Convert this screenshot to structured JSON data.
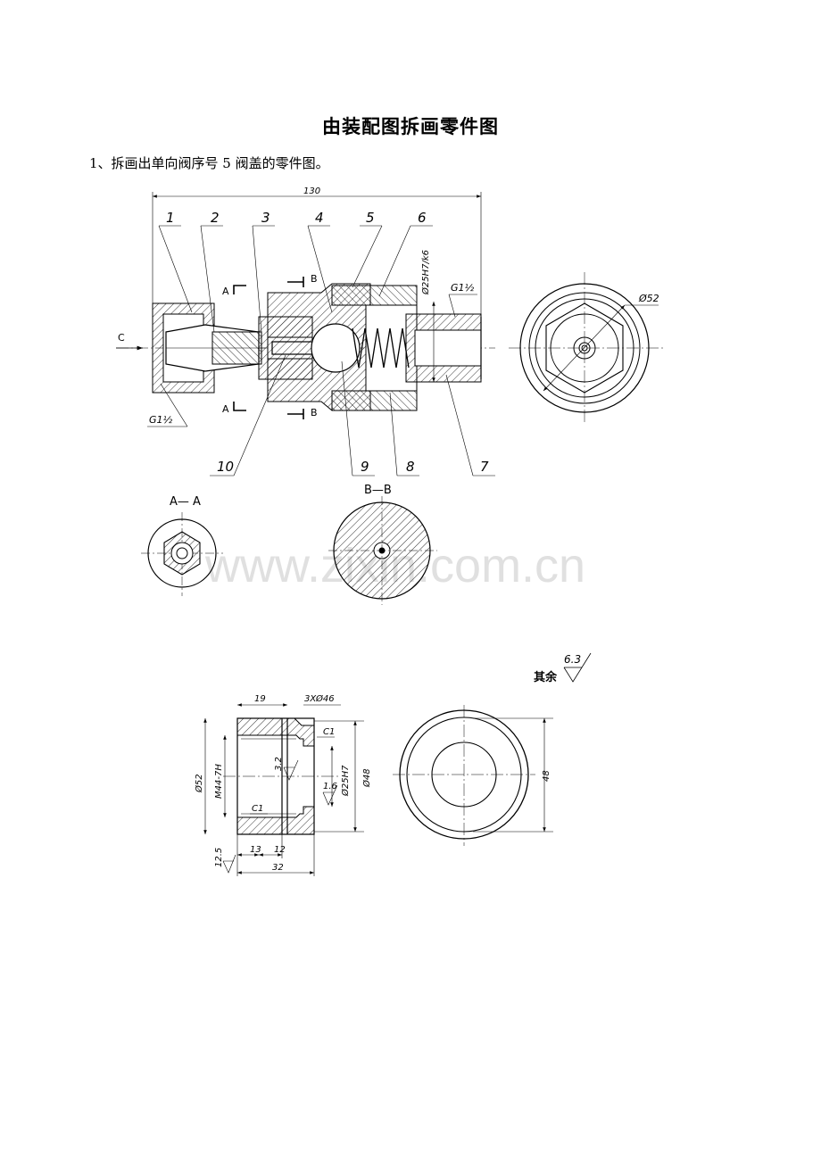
{
  "doc": {
    "title": "由装配图拆画零件图",
    "task": "1、拆画出单向阀序号 5 阀盖的零件图。"
  },
  "watermark": "www.zixin.com.cn",
  "assembly": {
    "overall_dim": "130",
    "part_numbers": [
      "1",
      "2",
      "3",
      "4",
      "5",
      "6",
      "7",
      "8",
      "9",
      "10"
    ],
    "thread_left": "G1½",
    "thread_right": "G1½",
    "fit": "Ø25H7/k6",
    "end_view_dia": "Ø52",
    "cut_a": "A",
    "cut_b": "B",
    "view_c": "C",
    "section_a_title": "A— A",
    "section_b_title": "B—B"
  },
  "part_drawing": {
    "roughness_rest_label": "其余",
    "roughness_rest_value": "6.3",
    "dim_19": "19",
    "dim_holes": "3XØ46",
    "dim_c1_top": "C1",
    "dim_c1_bottom": "C1",
    "roughness_32": "3.2",
    "roughness_16": "1.6",
    "roughness_125": "12.5",
    "dim_phi52": "Ø52",
    "dim_m44": "M44-7H",
    "dim_phi25": "Ø25H7",
    "dim_phi48": "Ø48",
    "dim_13": "13",
    "dim_12": "12",
    "dim_32": "32",
    "dim_48": "48"
  }
}
